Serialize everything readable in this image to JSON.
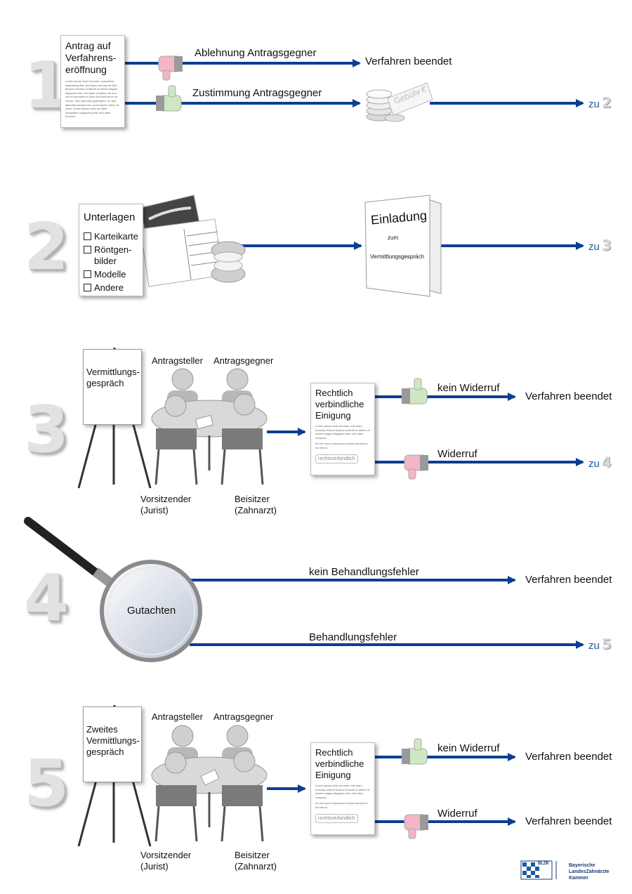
{
  "colors": {
    "arrow": "#0b3e91",
    "zu": "#1a5aa0",
    "step_number": "#e2e2e2"
  },
  "steps": {
    "s1": {
      "number": "1",
      "doc_title": "Antrag auf Verfahrens-eröffnung",
      "doc_lorem": "Lorem ipsum dolor sit amet, consetetur sadipscing elitr, sed diam nonumy eirmod tempor invidunt ut labore et dolore magna aliquyam erat, sed diam voluptua. At vero eos et accusam et justo duo dolores et ea rebum. Stet clita kasd gubergren, no sea takimata sanctus est Lorem ipsum dolor sit amet. Lorem ipsum dolor sit amet, consetetur sadipscing elitr, sed diam nonumy",
      "ablehnung": "Ablehnung Antragsgegner",
      "beendet": "Verfahren beendet",
      "zustimmung": "Zustimmung Antragsgegner",
      "gebuehr": "Gebühr",
      "euro": "€",
      "zu": "zu",
      "zu_num": "2"
    },
    "s2": {
      "number": "2",
      "unterlagen": "Unterlagen",
      "items": [
        "Karteikarte",
        "Röntgen-",
        "bilder",
        "Modelle",
        "Andere"
      ],
      "einladung": "Einladung",
      "zum": "zum",
      "vmg": "Vermittlungsgespräch",
      "zu": "zu",
      "zu_num": "3"
    },
    "s3": {
      "number": "3",
      "easel_line1": "Vermittlungs-",
      "easel_line2": "gespräch",
      "antragsteller": "Antragsteller",
      "antragsgegner": "Antragsgegner",
      "vorsitzender": "Vorsitzender",
      "jurist": "(Jurist)",
      "beisitzer": "Beisitzer",
      "zahnarzt": "(Zahnarzt)",
      "doc_title": "Rechtlich verbindliche Einigung",
      "doc_lorem1": "Lorem ipsum dolor sit amet, sed diam nonumy eirmod tempor invidunt ut labore et dolore magna aliquyam erat, sed diam voluptua.",
      "doc_lorem2": "At vero eos et accusam et justo dolores et ea rebum.",
      "stamp": "rechtsverbindlich",
      "kein_widerruf": "kein Widerruf",
      "beendet": "Verfahren beendet",
      "widerruf": "Widerruf",
      "zu": "zu",
      "zu_num": "4"
    },
    "s4": {
      "number": "4",
      "gutachten": "Gutachten",
      "kein_fehler": "kein Behandlungsfehler",
      "beendet": "Verfahren beendet",
      "fehler": "Behandlungsfehler",
      "zu": "zu",
      "zu_num": "5"
    },
    "s5": {
      "number": "5",
      "easel_line1": "Zweites",
      "easel_line2": "Vermittlungs-",
      "easel_line3": "gespräch",
      "antragsteller": "Antragsteller",
      "antragsgegner": "Antragsgegner",
      "vorsitzender": "Vorsitzender",
      "jurist": "(Jurist)",
      "beisitzer": "Beisitzer",
      "zahnarzt": "(Zahnarzt)",
      "doc_title": "Rechtlich verbindliche Einigung",
      "doc_lorem1": "Lorem ipsum dolor sit amet, sed diam nonumy eirmod tempor invidunt ut labore et dolore magna aliquyam erat, sed diam voluptua.",
      "doc_lorem2": "At vero eos et accusam et justo dolores et ea rebum.",
      "stamp": "rechtsverbindlich",
      "kein_widerruf": "kein Widerruf",
      "beendet1": "Verfahren beendet",
      "widerruf": "Widerruf",
      "beendet2": "Verfahren beendet"
    }
  },
  "logo": {
    "abbr": "BLZK",
    "line1": "Bayerische",
    "line2": "LandesZahnärzte",
    "line3": "Kammer"
  }
}
